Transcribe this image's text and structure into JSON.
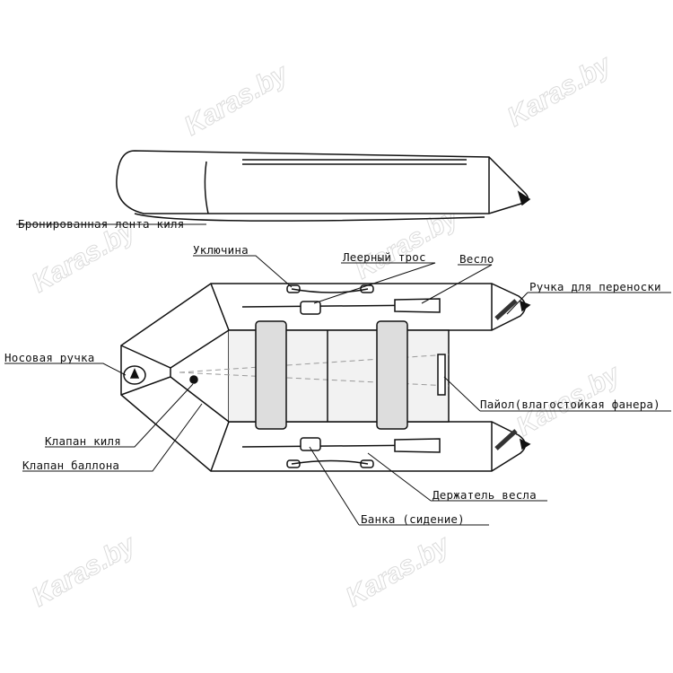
{
  "watermark": "Karas.by",
  "labels": {
    "keel_tape": "Бронированная лента киля",
    "oarlock": "Уключина",
    "rope": "Леерный трос",
    "oar": "Весло",
    "carry_handle": "Ручка для переноски",
    "bow_handle": "Носовая ручка",
    "floor": "Пайол(влагостойкая фанера)",
    "keel_valve": "Клапан киля",
    "tube_valve": "Клапан баллона",
    "oar_holder": "Держатель весла",
    "seat": "Банка (сидение)"
  }
}
